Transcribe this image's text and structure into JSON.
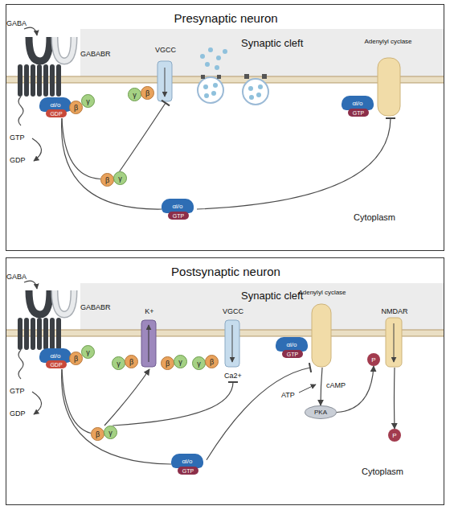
{
  "diagram": {
    "nodes": [
      {
        "text": [
          "Presynaptic neuron"
        ]
      },
      {
        "text": [
          "αi/o",
          "GDP",
          "β",
          "γ"
        ],
        "in": 0
      },
      {
        "text": [
          "β",
          "γ"
        ],
        "in": 0
      },
      {
        "text": [
          "VGCC"
        ],
        "in": 0
      },
      {
        "text": [
          "γ",
          "β"
        ],
        "in": 0
      },
      {
        "text": [
          "αi/o",
          "GTP"
        ],
        "in": 0
      },
      {
        "text": [
          "Adenylyl cyclase"
        ],
        "in": 0
      },
      {
        "text": [
          "αi/o",
          "GTP"
        ],
        "in": 0
      },
      {
        "text": [
          "Postsynaptic neuron"
        ]
      },
      {
        "text": [
          "αi/o",
          "GDP",
          "β",
          "γ"
        ],
        "in": 8
      },
      {
        "text": [
          "K+"
        ],
        "in": 8
      },
      {
        "text": [
          "γ",
          "β"
        ],
        "in": 8
      },
      {
        "text": [
          "β",
          "γ"
        ],
        "in": 8
      },
      {
        "text": [
          "VGCC",
          "Ca2+"
        ],
        "in": 8
      },
      {
        "text": [
          "γ",
          "β"
        ],
        "in": 8
      },
      {
        "text": [
          "Adenylyl cyclase"
        ],
        "in": 8
      },
      {
        "text": [
          "αi/o",
          "GTP"
        ],
        "in": 8
      },
      {
        "text": [
          "β",
          "γ"
        ],
        "in": 8
      },
      {
        "text": [
          "αi/o",
          "GTP"
        ],
        "in": 8
      },
      {
        "text": [
          "PKA"
        ],
        "in": 8
      },
      {
        "text": [
          "NMDAR"
        ],
        "in": 8
      },
      {
        "text": [
          "P"
        ],
        "in": 8
      },
      {
        "text": [
          "P"
        ],
        "in": 8
      }
    ],
    "edges": [
      {
        "from": 1,
        "to": 2,
        "arrow": "none"
      },
      {
        "from": 1,
        "to": 5,
        "arrow": "none"
      },
      {
        "from": 2,
        "to": 3,
        "arrow": "to"
      },
      {
        "from": 5,
        "to": 6,
        "arrow": "to"
      },
      {
        "from": 9,
        "to": 17,
        "arrow": "none"
      },
      {
        "from": 9,
        "to": 18,
        "arrow": "none"
      },
      {
        "from": 17,
        "to": 10,
        "arrow": "to"
      },
      {
        "from": 17,
        "to": 13,
        "arrow": "to"
      },
      {
        "from": 18,
        "to": 15,
        "arrow": "to"
      },
      {
        "from": 15,
        "to": 19,
        "arrow": "to"
      },
      {
        "from": 19,
        "to": 21,
        "arrow": "to"
      },
      {
        "from": 20,
        "to": 22,
        "arrow": "to"
      }
    ],
    "labels": [
      "GABA",
      "GABABR",
      "Synaptic cleft",
      "GTP",
      "GDP",
      "Cytoplasm",
      "GABA",
      "GABABR",
      "Synaptic cleft",
      "GTP",
      "GDP",
      "ATP",
      "cAMP",
      "Cytoplasm"
    ]
  }
}
